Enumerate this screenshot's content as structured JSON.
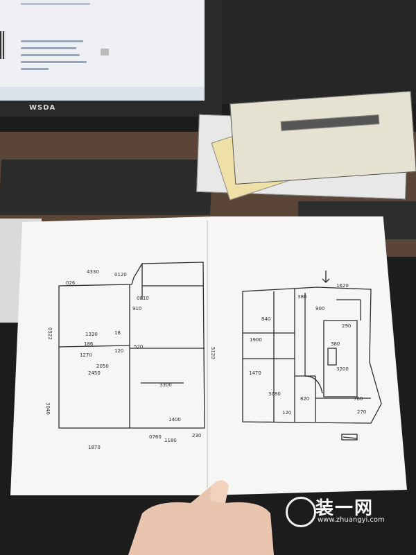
{
  "monitor": {
    "brand": "WSDA"
  },
  "watermark": {
    "logo_text": "装一网",
    "url": "www.zhuangyi.com"
  },
  "floor_plan": {
    "left_labels": [
      {
        "text": "026"
      },
      {
        "text": "3040"
      },
      {
        "text": "4330"
      },
      {
        "text": "0522"
      },
      {
        "text": "0120"
      },
      {
        "text": "1330"
      },
      {
        "text": "18"
      },
      {
        "text": "186"
      },
      {
        "text": "3300"
      },
      {
        "text": "520"
      },
      {
        "text": "2450"
      },
      {
        "text": "1270"
      },
      {
        "text": "2050"
      },
      {
        "text": "0810"
      },
      {
        "text": "910"
      },
      {
        "text": "120"
      },
      {
        "text": "1180"
      },
      {
        "text": "0760"
      },
      {
        "text": "230"
      },
      {
        "text": "1400"
      },
      {
        "text": "1870"
      }
    ],
    "right_labels": [
      {
        "text": "5120"
      },
      {
        "text": "1620"
      },
      {
        "text": "380"
      },
      {
        "text": "900"
      },
      {
        "text": "840"
      },
      {
        "text": "1900"
      },
      {
        "text": "290"
      },
      {
        "text": "380"
      },
      {
        "text": "1470"
      },
      {
        "text": "3080"
      },
      {
        "text": "3200"
      },
      {
        "text": "820"
      },
      {
        "text": "780"
      },
      {
        "text": "120"
      },
      {
        "text": "270"
      }
    ]
  }
}
